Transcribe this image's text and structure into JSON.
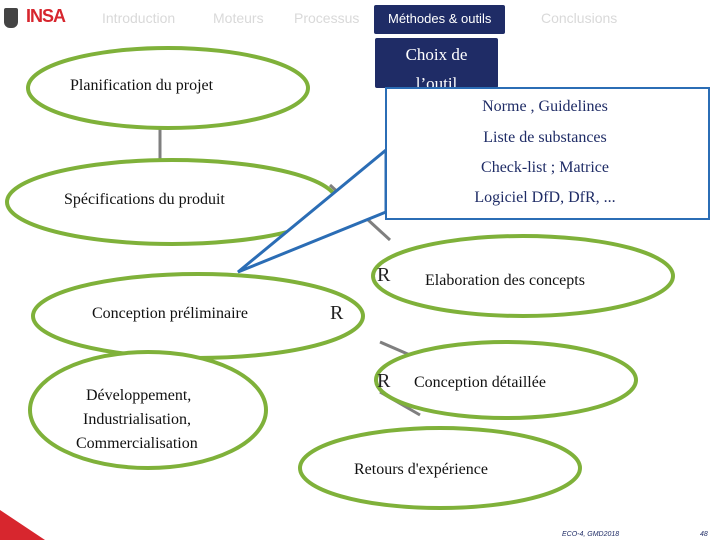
{
  "header": {
    "logo_text": "INSA",
    "nav": [
      {
        "label": "Introduction",
        "active": false
      },
      {
        "label": "Moteurs",
        "active": false
      },
      {
        "label": "Processus",
        "active": false
      },
      {
        "label": "Méthodes & outils",
        "active": true
      },
      {
        "label": "Conclusions",
        "active": false
      }
    ]
  },
  "choix": {
    "line1": "Choix de",
    "line2": "l’outil"
  },
  "callout": {
    "items": [
      "Norme , Guidelines",
      "Liste de substances",
      "Check-list ; Matrice",
      "Logiciel DfD, DfR, ..."
    ]
  },
  "phases": {
    "planification": "Planification du projet",
    "specifications": "Spécifications du produit",
    "preliminaire": "Conception préliminaire",
    "developpement_1": "Développement,",
    "developpement_2": "Industrialisation,",
    "developpement_3": "Commercialisation",
    "elaboration": "Elaboration des concepts",
    "detaillee": "Conception détaillée",
    "retours": "Retours d'expérience"
  },
  "markers": {
    "r": "R"
  },
  "footer": {
    "course": "ECO-4, GMD2018",
    "page": "48"
  },
  "colors": {
    "ellipse_fill": "#ffffff",
    "ellipse_stroke": "#7fb13a",
    "callout_border": "#2b6db5",
    "active_nav": "#1f2c66",
    "accent": "#d7262e"
  }
}
